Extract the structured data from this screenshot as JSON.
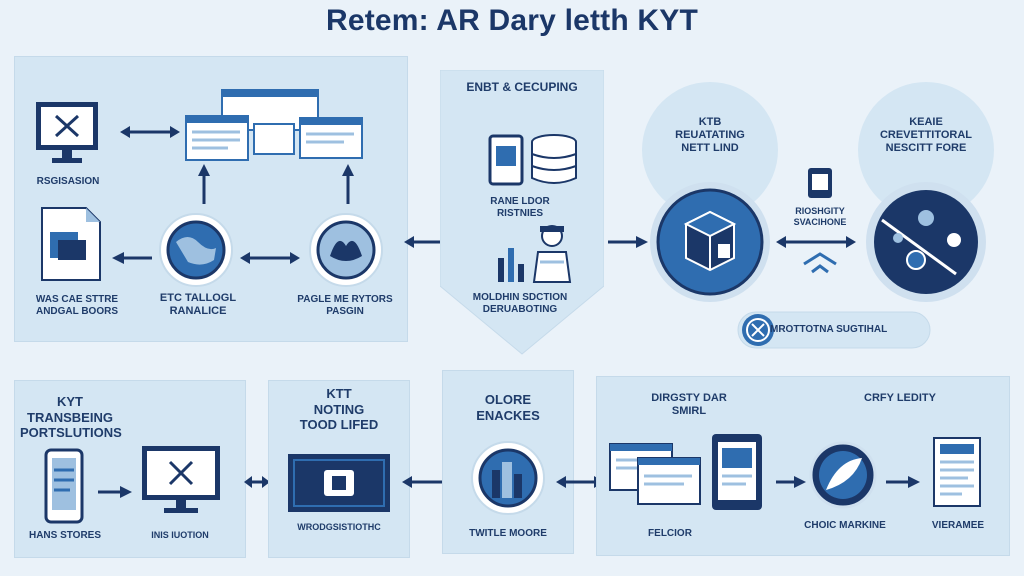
{
  "title": "Retem: AR Dary letth KYT",
  "top_left": {
    "registration_label": "RSGISASION",
    "case_label": "WAS CAE STTRE\nANDGAL BOORS",
    "tallogl_label": "ETC TALLOGL\nRANALICE",
    "pagle_label": "PAGLE ME RYTORS\nPASGIN"
  },
  "top_center": {
    "header": "ENBT & CECUPING",
    "rane_label": "RANE LDOR\nRISTNIES",
    "moldiin_label": "MOLDHIN SDCTION\nDERUABOTING"
  },
  "top_right": {
    "circle1_label": "KTB\nREUATATING\nNETT LIND",
    "circle2_label": "KEAIE\nCREVETTITORAL\nNESCITT FORE",
    "middle_label": "RIOSHGITY\nSVACIHONE",
    "badge_label": "MROTTOTNA SUGTIHAL"
  },
  "bottom": {
    "kyt_transbeing": "KYT\nTRANSBEING\nPORTSLUTIONS",
    "hans_stores": "HANS STORES",
    "inis_iuotion": "INIS IUOTION",
    "ktt_noting": "KTT\nNOTING\nTOOD LIFED",
    "wrodestry": "WRODGSISTIOTHC",
    "olore_enackes": "OLORE\nENACKES",
    "twitle_moore": "TWITLE MOORE",
    "dirgsty_smirl": "DIRGSTY DAR\nSMIRL",
    "crfy_ledity": "CRFY LEDITY",
    "felcior": "FELCIOR",
    "choic_markine": "CHOIC MARKINE",
    "vieramee": "VIERAMEE"
  },
  "colors": {
    "background": "#eaf2f9",
    "panel": "#d4e6f3",
    "navy": "#1b3768",
    "accent": "#2f6db0",
    "light": "#ffffff"
  }
}
